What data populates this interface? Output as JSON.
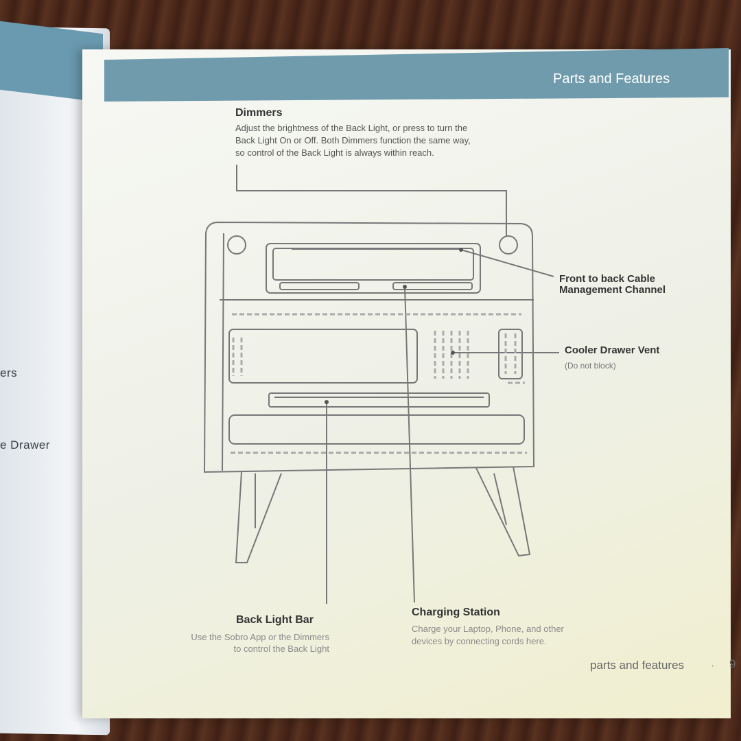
{
  "header": {
    "title": "Parts and Features"
  },
  "left_page": {
    "fragment_1": "ers",
    "fragment_2": "e Drawer"
  },
  "callouts": {
    "dimmers": {
      "title": "Dimmers",
      "lines": [
        "Adjust the brightness of the Back Light, or press to turn the",
        "Back Light On or Off. Both Dimmers function the same way,",
        "so control of the Back Light is always within reach."
      ]
    },
    "cable_channel": {
      "line1": "Front to back Cable",
      "line2": "Management Channel"
    },
    "cooler_vent": {
      "title": "Cooler Drawer Vent",
      "note": "(Do not block)"
    },
    "back_light_bar": {
      "title": "Back Light Bar",
      "line1": "Use the Sobro App or the Dimmers",
      "line2": "to control the Back Light"
    },
    "charging_station": {
      "title": "Charging Station",
      "line1": "Charge your Laptop, Phone, and other",
      "line2": "devices by connecting cords here."
    }
  },
  "footer": {
    "section": "parts and features",
    "separator": "·",
    "page_number": "9"
  }
}
